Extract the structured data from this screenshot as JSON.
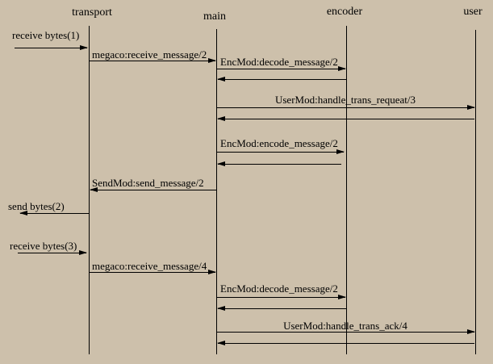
{
  "diagram": {
    "type": "sequence-diagram",
    "background_color": "#cdc0ab",
    "line_color": "#000000",
    "lifelines": [
      {
        "id": "transport",
        "label": "transport"
      },
      {
        "id": "main",
        "label": "main"
      },
      {
        "id": "encoder",
        "label": "encoder"
      },
      {
        "id": "user",
        "label": "user"
      }
    ],
    "messages": [
      {
        "label": "receive bytes(1)",
        "from": "external",
        "to": "transport",
        "direction": "right",
        "type": "call"
      },
      {
        "label": "megaco:receive_message/2",
        "from": "transport",
        "to": "main",
        "direction": "right",
        "type": "call"
      },
      {
        "label": "EncMod:decode_message/2",
        "from": "main",
        "to": "encoder",
        "direction": "right",
        "type": "call"
      },
      {
        "label": "",
        "from": "encoder",
        "to": "main",
        "direction": "left",
        "type": "return"
      },
      {
        "label": "UserMod:handle_trans_requeat/3",
        "from": "main",
        "to": "user",
        "direction": "right",
        "type": "call"
      },
      {
        "label": "",
        "from": "user",
        "to": "main",
        "direction": "left",
        "type": "return"
      },
      {
        "label": "EncMod:encode_message/2",
        "from": "main",
        "to": "encoder",
        "direction": "right",
        "type": "call"
      },
      {
        "label": "",
        "from": "encoder",
        "to": "main",
        "direction": "left",
        "type": "return"
      },
      {
        "label": "SendMod:send_message/2",
        "from": "main",
        "to": "transport",
        "direction": "left",
        "type": "call"
      },
      {
        "label": "send bytes(2)",
        "from": "transport",
        "to": "external",
        "direction": "left",
        "type": "call"
      },
      {
        "label": "receive bytes(3)",
        "from": "external",
        "to": "transport",
        "direction": "right",
        "type": "call"
      },
      {
        "label": "megaco:receive_message/4",
        "from": "transport",
        "to": "main",
        "direction": "right",
        "type": "call"
      },
      {
        "label": "EncMod:decode_message/2",
        "from": "main",
        "to": "encoder",
        "direction": "right",
        "type": "call"
      },
      {
        "label": "",
        "from": "encoder",
        "to": "main",
        "direction": "left",
        "type": "return"
      },
      {
        "label": "UserMod:handle_trans_ack/4",
        "from": "main",
        "to": "user",
        "direction": "right",
        "type": "call"
      },
      {
        "label": "",
        "from": "user",
        "to": "main",
        "direction": "left",
        "type": "return"
      }
    ]
  }
}
